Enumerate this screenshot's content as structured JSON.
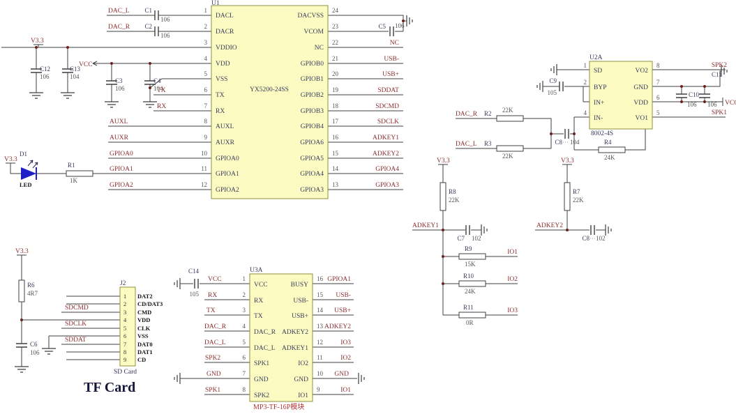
{
  "labels": {
    "v33": "V3.3",
    "vcc": "VCC",
    "nc": "NC",
    "tx": "TX",
    "rx": "RX",
    "dac_l": "DAC_L",
    "dac_r": "DAC_R",
    "auxl": "AUXL",
    "auxr": "AUXR",
    "gpioa0": "GPIOA0",
    "gpioa1": "GPIOA1",
    "gpioa2": "GPIOA2",
    "gpioa3": "GPIOA3",
    "gpioa4": "GPIOA4",
    "usb_m": "USB-",
    "usb_p": "USB+",
    "sddat": "SDDAT",
    "sdcmd": "SDCMD",
    "sdclk": "SDCLK",
    "adkey1": "ADKEY1",
    "adkey2": "ADKEY2",
    "spk1": "SPK1",
    "spk2": "SPK2",
    "gnd": "GND",
    "io1": "IO1",
    "io2": "IO2",
    "io3": "IO3"
  },
  "u1": {
    "ref": "U1",
    "part": "YX5200-24SS",
    "pins_l": [
      {
        "n": "1",
        "name": "DACL"
      },
      {
        "n": "2",
        "name": "DACR"
      },
      {
        "n": "3",
        "name": "VDDIO"
      },
      {
        "n": "4",
        "name": "VDD"
      },
      {
        "n": "5",
        "name": "VSS"
      },
      {
        "n": "6",
        "name": "TX"
      },
      {
        "n": "7",
        "name": "RX"
      },
      {
        "n": "8",
        "name": "AUXL"
      },
      {
        "n": "9",
        "name": "AUXR"
      },
      {
        "n": "10",
        "name": "GPIOA0"
      },
      {
        "n": "11",
        "name": "GPIOA1"
      },
      {
        "n": "12",
        "name": "GPIOA2"
      }
    ],
    "pins_r": [
      {
        "n": "24",
        "name": "DACVSS"
      },
      {
        "n": "23",
        "name": "VCOM"
      },
      {
        "n": "22",
        "name": "NC"
      },
      {
        "n": "21",
        "name": "GPIOB0"
      },
      {
        "n": "20",
        "name": "GPIOB1"
      },
      {
        "n": "19",
        "name": "GPIOB2"
      },
      {
        "n": "18",
        "name": "GPIOB3"
      },
      {
        "n": "17",
        "name": "GPIOB4"
      },
      {
        "n": "16",
        "name": "GPIOA6"
      },
      {
        "n": "15",
        "name": "GPIOA5"
      },
      {
        "n": "14",
        "name": "GPIOA4"
      },
      {
        "n": "13",
        "name": "GPIOA3"
      }
    ]
  },
  "u2": {
    "ref": "U2A",
    "part": "8002-4S",
    "pins_l": [
      {
        "n": "1",
        "name": "SD"
      },
      {
        "n": "2",
        "name": "BYP"
      },
      {
        "n": "3",
        "name": "IN+"
      },
      {
        "n": "4",
        "name": "IN-"
      }
    ],
    "pins_r": [
      {
        "n": "8",
        "name": "VO2"
      },
      {
        "n": "7",
        "name": "GND"
      },
      {
        "n": "6",
        "name": "VDD"
      },
      {
        "n": "5",
        "name": "VO1"
      }
    ]
  },
  "u3": {
    "ref": "U3A",
    "part": "MP3-TF-16P模块",
    "pins_l": [
      {
        "n": "1",
        "name": "VCC"
      },
      {
        "n": "2",
        "name": "RX"
      },
      {
        "n": "3",
        "name": "TX"
      },
      {
        "n": "4",
        "name": "DAC_R"
      },
      {
        "n": "5",
        "name": "DAC_L"
      },
      {
        "n": "6",
        "name": "SPK1"
      },
      {
        "n": "7",
        "name": "GND"
      },
      {
        "n": "8",
        "name": "SPK2"
      }
    ],
    "pins_r": [
      {
        "n": "16",
        "name": "BUSY"
      },
      {
        "n": "15",
        "name": "USB-"
      },
      {
        "n": "14",
        "name": "USB+"
      },
      {
        "n": "13",
        "name": "ADKEY2"
      },
      {
        "n": "12",
        "name": "ADKEY1"
      },
      {
        "n": "11",
        "name": "IO2"
      },
      {
        "n": "10",
        "name": "GND"
      },
      {
        "n": "9",
        "name": "IO1"
      }
    ]
  },
  "j2": {
    "ref": "J2",
    "caption": "SD Card",
    "title": "TF Card",
    "pins": [
      {
        "n": "1",
        "name": "DAT2"
      },
      {
        "n": "2",
        "name": "CD/DAT3"
      },
      {
        "n": "3",
        "name": "CMD"
      },
      {
        "n": "4",
        "name": "VDD"
      },
      {
        "n": "5",
        "name": "CLK"
      },
      {
        "n": "6",
        "name": "VSS"
      },
      {
        "n": "7",
        "name": "DAT0"
      },
      {
        "n": "8",
        "name": "DAT1"
      },
      {
        "n": "9",
        "name": "CD"
      }
    ]
  },
  "d1": {
    "ref": "D1",
    "name": "LED"
  },
  "caps": {
    "c1": {
      "ref": "C1",
      "val": "106"
    },
    "c2": {
      "ref": "C2",
      "val": "106"
    },
    "c3": {
      "ref": "C3",
      "val": "106"
    },
    "c4": {
      "ref": "C4",
      "val": "104"
    },
    "c5": {
      "ref": "C5",
      "val": "106"
    },
    "c6": {
      "ref": "C6",
      "val": "106"
    },
    "c7": {
      "ref": "C7",
      "val": "102"
    },
    "c8_amp": {
      "ref": "C8",
      "val": "104"
    },
    "c8_key": {
      "ref": "C8",
      "val": "102"
    },
    "c9": {
      "ref": "C9",
      "val": "105"
    },
    "c10": {
      "ref": "C10",
      "val": "106"
    },
    "c11": {
      "ref": "C11",
      "val": "106"
    },
    "c12": {
      "ref": "C12",
      "val": "106"
    },
    "c13": {
      "ref": "C13",
      "val": "104"
    },
    "c14": {
      "ref": "C14",
      "val": "105"
    }
  },
  "res": {
    "r1": {
      "ref": "R1",
      "val": "1K"
    },
    "r2": {
      "ref": "R2",
      "val": "22K"
    },
    "r3": {
      "ref": "R3",
      "val": "22K"
    },
    "r4": {
      "ref": "R4",
      "val": "24K"
    },
    "r6": {
      "ref": "R6",
      "val": "4R7"
    },
    "r7": {
      "ref": "R7",
      "val": "22K"
    },
    "r8": {
      "ref": "R8",
      "val": "22K"
    },
    "r9": {
      "ref": "R9",
      "val": "15K"
    },
    "r10": {
      "ref": "R10",
      "val": "24K"
    },
    "r11": {
      "ref": "R11",
      "val": "0R"
    }
  },
  "colors": {
    "chip_fill": "#FCFCC2",
    "chip_border": "#8F8F3F",
    "wire": "#3F3F3F",
    "net_label": "#8B2E2E",
    "pin_name": "#3A3A5E",
    "led_blue": "#1F1FC8",
    "title_text": "#16163C",
    "module_caption": "#B23535"
  }
}
